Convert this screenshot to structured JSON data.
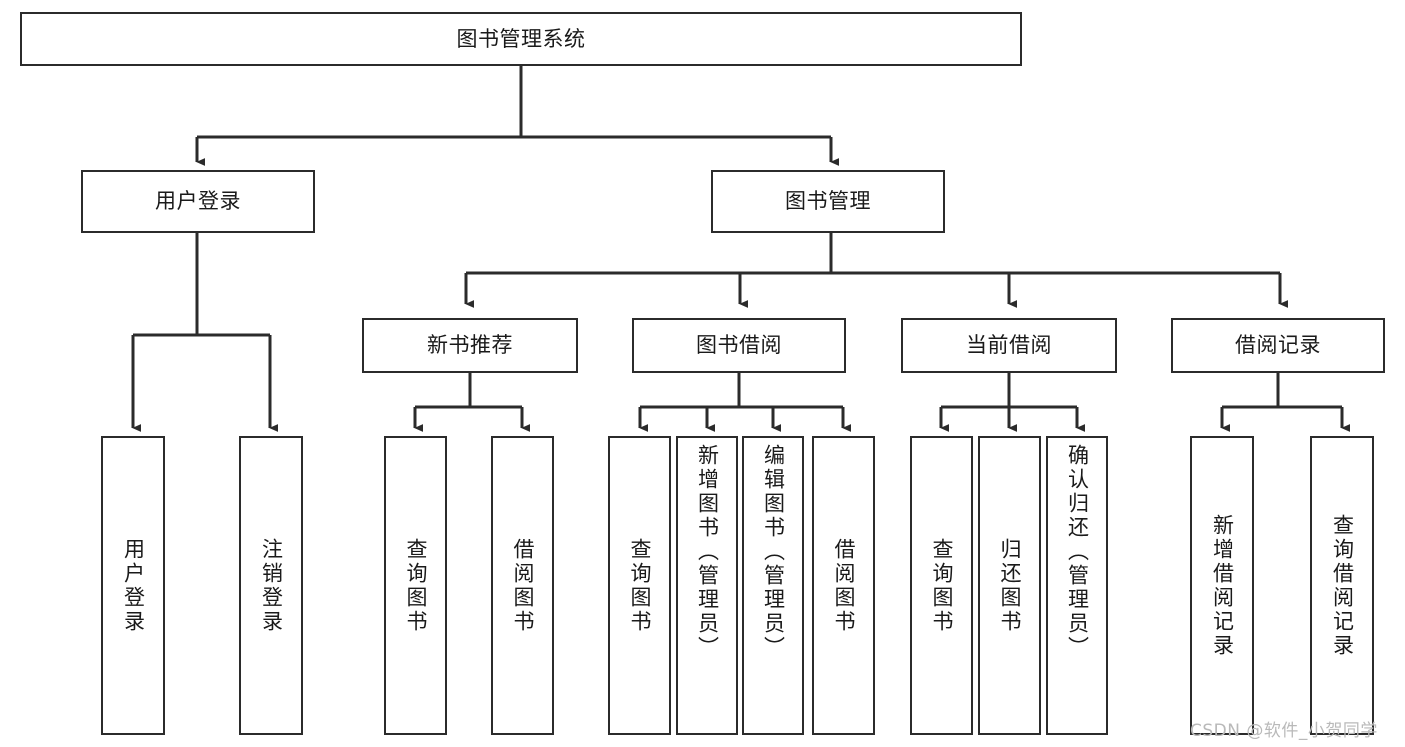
{
  "diagram": {
    "title": "图书管理系统",
    "type": "tree-hierarchy-diagram",
    "colors": {
      "stroke": "#2b2b2b",
      "fill": "#ffffff",
      "text": "#1a1a1a",
      "watermark": "#b9b9b9"
    },
    "root": {
      "id": "root",
      "label": "图书管理系统"
    },
    "level1": [
      {
        "id": "user-login",
        "label": "用户登录"
      },
      {
        "id": "book-management",
        "label": "图书管理"
      }
    ],
    "level2": [
      {
        "id": "new-book-recommend",
        "label": "新书推荐"
      },
      {
        "id": "book-borrow",
        "label": "图书借阅"
      },
      {
        "id": "current-borrow",
        "label": "当前借阅"
      },
      {
        "id": "borrow-record",
        "label": "借阅记录"
      }
    ],
    "leaves": {
      "user-login": [
        {
          "id": "leaf-user-login",
          "label": "用户登录"
        },
        {
          "id": "leaf-logout-login",
          "label": "注销登录"
        }
      ],
      "new-book-recommend": [
        {
          "id": "leaf-query-book-1",
          "label": "查询图书"
        },
        {
          "id": "leaf-borrow-book-1",
          "label": "借阅图书"
        }
      ],
      "book-borrow": [
        {
          "id": "leaf-query-book-2",
          "label": "查询图书"
        },
        {
          "id": "leaf-add-book",
          "label": "新增图书（管理员）"
        },
        {
          "id": "leaf-edit-book",
          "label": "编辑图书（管理员）"
        },
        {
          "id": "leaf-borrow-book-2",
          "label": "借阅图书"
        }
      ],
      "current-borrow": [
        {
          "id": "leaf-query-book-3",
          "label": "查询图书"
        },
        {
          "id": "leaf-return-book",
          "label": "归还图书"
        },
        {
          "id": "leaf-confirm-return",
          "label": "确认归还（管理员）"
        }
      ],
      "borrow-record": [
        {
          "id": "leaf-add-record",
          "label": "新增借阅记录"
        },
        {
          "id": "leaf-query-record",
          "label": "查询借阅记录"
        }
      ]
    }
  },
  "watermark": {
    "text": "CSDN @软件_小贺同学"
  }
}
